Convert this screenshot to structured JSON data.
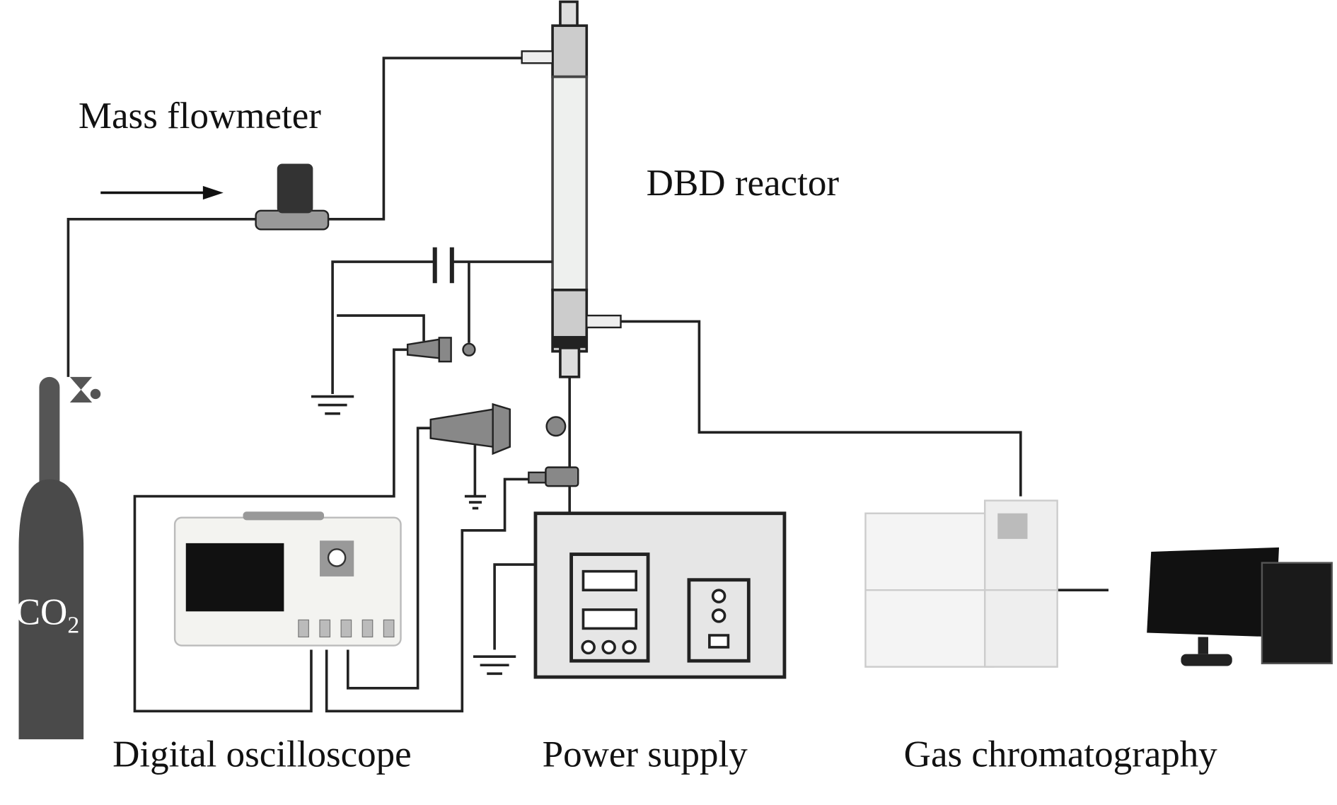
{
  "labels": {
    "mass_flowmeter": "Mass flowmeter",
    "dbd_reactor": "DBD reactor",
    "co2": "CO",
    "co2_subscript": "2",
    "digital_oscilloscope": "Digital oscilloscope",
    "power_supply": "Power supply",
    "gas_chromatography": "Gas chromatography"
  },
  "colors": {
    "line": "#222222",
    "cylinder": "#4a4a4a",
    "panel": "#e6e6e6"
  }
}
